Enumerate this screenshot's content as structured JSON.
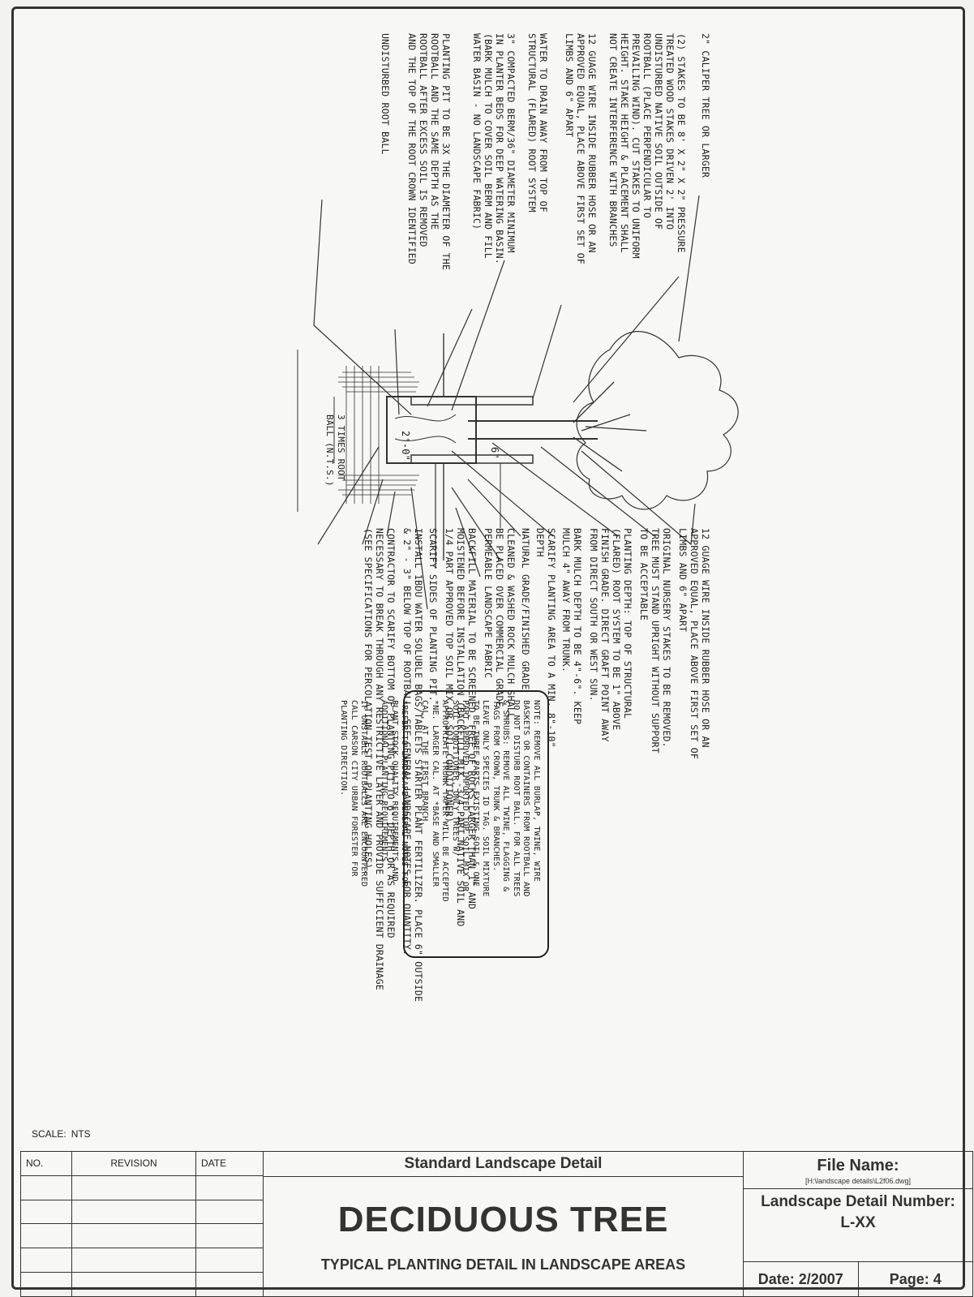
{
  "notes_left": [
    "2\" CALIPER TREE OR LARGER",
    "(2) STAKES TO BE 8' X 2\" X 2\" PRESSURE\nTREATED WOOD STAKES DRIVEN 2' INTO\nUNDISTURBED NATIVE SOIL OUTSIDE OF\nROOTBALL (PLACE PERPENDICULAR TO\nPREVAILING WIND). CUT STAKES TO UNIFORM\nHEIGHT. STAKE HEIGHT & PLACEMENT SHALL\nNOT CREATE INTERFERENCE WITH BRANCHES",
    "12 GUAGE WIRE INSIDE RUBBER HOSE OR AN\nAPPROVED EQUAL, PLACE ABOVE FIRST SET OF\nLIMBS AND 6\" APART",
    "WATER TO DRAIN AWAY FROM TOP OF\nSTRUCTURAL (FLARED) ROOT SYSTEM",
    "3\" COMPACTED BERM/36\" DIAMETER MINIMUM\nIN PLANTER BEDS FOR DEEP WATERING BASIN.\n(BARK MULCH TO COVER SOIL BERM AND FILL\nWATER BASIN - NO LANDSCAPE FABRIC)",
    "PLANTING PIT TO BE 3X THE DIAMETER OF THE\nROOTBALL AND THE SAME DEPTH AS THE\nROOTBALL AFTER EXCESS SOIL IS REMOVED\nAND THE TOP OF THE ROOT CROWN IDENTIFIED",
    "UNDISTURBED ROOT BALL"
  ],
  "notes_right": [
    "12 GUAGE WIRE INSIDE RUBBER HOSE OR AN\nAPPROVED EQUAL, PLACE ABOVE FIRST SET OF\nLIMBS AND 6\" APART",
    "ORIGINAL NURSERY STAKES TO BE REMOVED.\nTREE MUST STAND UPRIGHT WITHOUT SUPPORT\nTO BE ACCEPTABLE",
    "PLANTING DEPTH: TOP OF STRUCTURAL\n(FLARED) ROOT SYSTEM TO BE 1\" ABOVE\nFINISH GRADE. DIRECT GRAFT POINT AWAY\nFROM DIRECT SOUTH OR WEST SUN.",
    "BARK MULCH DEPTH TO BE 4\"-6\". KEEP\nMULCH 4\" AWAY FROM TRUNK.",
    "SCARIFY PLANTING AREA TO A MIN. 8\"-10\"\nDEPTH",
    "NATURAL GRADE/FINISHED GRADE",
    "CLEANED & WASHED ROCK MULCH SHALL\nBE PLACED OVER COMMERCIAL GRADE\nPERMEABLE LANDSCAPE FABRIC",
    "BACKFILL MATERIAL TO BE SCREENED, FREE OF ROCKS LARGER THAN 1\" AND\nMOISTENED BEFORE INSTALLATION (BACKFILL MIX -3/4 PART NATIVE SOIL AND\n1/4 PART APPROVED TOP SOIL MIX OR SOIL CONDITIONER).",
    "SCARIFY SIDES OF PLANTING PIT.",
    "INSTALL 1BDU WATER SOLUBLE BAGS/TABLETS STARTER PLANT FERTILIZER. PLACE 6\" OUTSIDE\n& 2\" - 3\" BELOW TOP OF ROOTBALL. SEE GENERAL LANDSCAPE NOTES FOR QUANTITY.",
    "CONTRACTOR TO SCARIFY BOTTOM OF PLANTING PIT TO 6\" DEPTH OR AS REQUIRED\nNECESSARY TO BREAK THROUGH ANY RESTRICTIVE LAYER AND PROVIDE SUFFICIENT DRAINAGE\n(SEE SPECIFICATIONS FOR PERCOLATION TEST ON PLANTING HOLES)."
  ],
  "note_box": "NOTE: REMOVE ALL BURLAP, TWINE, WIRE\nBASKETS OR CONTAINERS FROM ROOTBALL AND\nDO NOT DISTURB ROOT BALL. FOR ALL TREES\n& SHRUBS: REMOVE ALL TWINE, FLAGGING &\nTAGS FROM CROWN, TRUNK & BRANCHES.\nLEAVE ONLY SPECIES ID TAG. SOIL MIXTURE\nTO BE THREE PARTS EXISTING SOIL & ONE\nPART APPROVED IMPORTED TOP SOIL MIX OR\nSOIL CONDITIONER. ONLY TREES W/\nAPPROPRIATE TRUNK TAPER WILL BE ACCEPTED\n*NE. LARGER CAL. AT *BASE AND SMALLER\nCAL. AT THE FIRST BRANCH.\n\n*REFER TO LANDSCAPE GENERAL NOTES FOR\nPLANT STOCK QUALITY REQUIREMENTS AND\nADDITIONAL PLANTING REQUIREMENTS.\n\nIF UNSTABLE ROOTBALLS ARE ENCOUNTERED\nCALL CARSON CITY URBAN FORESTER FOR\nPLANTING DIRECTION.",
  "dims": {
    "six_in": "6\"",
    "two_ft": "2'-0\"",
    "three_times": "3 TIMES ROOT\nBALL (N.T.S.)"
  },
  "scale": {
    "label": "SCALE:",
    "value": "NTS"
  },
  "revisions": {
    "no": "NO.",
    "revision": "REVISION",
    "date": "DATE"
  },
  "title_block": {
    "subtitle": "Standard Landscape Detail",
    "title": "DECIDUOUS TREE",
    "description": "TYPICAL PLANTING DETAIL IN LANDSCAPE AREAS",
    "file_name_label": "File Name:",
    "file_path": "[H:\\landscape details\\L2f06.dwg]",
    "detail_number_label": "Landscape Detail Number:",
    "detail_number": "L-XX",
    "date": "Date: 2/2007",
    "page": "Page: 4"
  }
}
